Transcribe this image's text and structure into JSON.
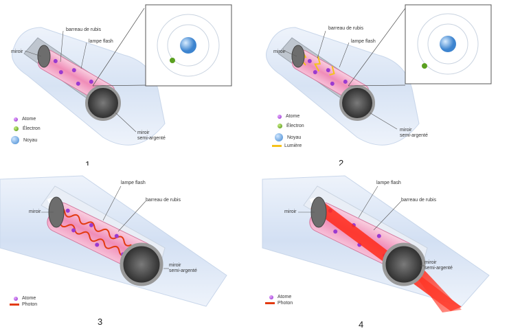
{
  "labels": {
    "rod": "barreau de rubis",
    "flash": "lampe flash",
    "mirror": "miroir",
    "semi_mirror_1": "miroir",
    "semi_mirror_2": "semi-argenté"
  },
  "legend": {
    "atom": "Atome",
    "electron": "Électron",
    "nucleus": "Noyau",
    "light": "Lumière",
    "photon": "Photon"
  },
  "steps": [
    "1",
    "2",
    "3",
    "4"
  ],
  "colors": {
    "rod_pink": "#f4a6c8",
    "cylinder_blue": "#dde8f7",
    "photon_red": "#e33a10",
    "light_yellow": "#f5c21a",
    "atom_purple": "#9a3ad0",
    "electron_green": "#5aa020",
    "nucleus_blue": "#4a90d8"
  }
}
